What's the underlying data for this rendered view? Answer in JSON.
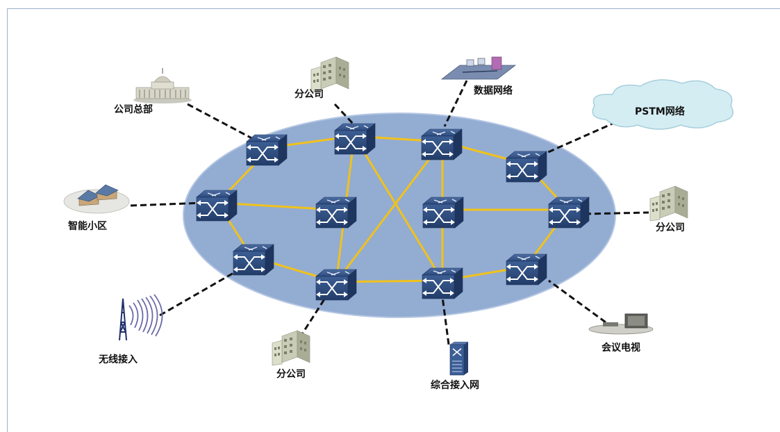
{
  "labels": {
    "hq": "公司总部",
    "branch_top": "分公司",
    "data_network": "数据网络",
    "pstm": "PSTM网络",
    "smart_community": "智能小区",
    "branch_right": "分公司",
    "wireless": "无线接入",
    "branch_bottom": "分公司",
    "access_network": "综合接入网",
    "video_conf": "会议电视"
  },
  "colors": {
    "ellipse": "#93acd2",
    "switch": "#2f4f86",
    "ring_link": "#f1c21b",
    "access_link": "#111111"
  },
  "icons": [
    "government-building-icon",
    "office-building-icon",
    "lan-icon",
    "cloud-icon",
    "house-icon",
    "radio-tower-icon",
    "server-rack-icon",
    "video-conference-icon",
    "switch-icon"
  ]
}
